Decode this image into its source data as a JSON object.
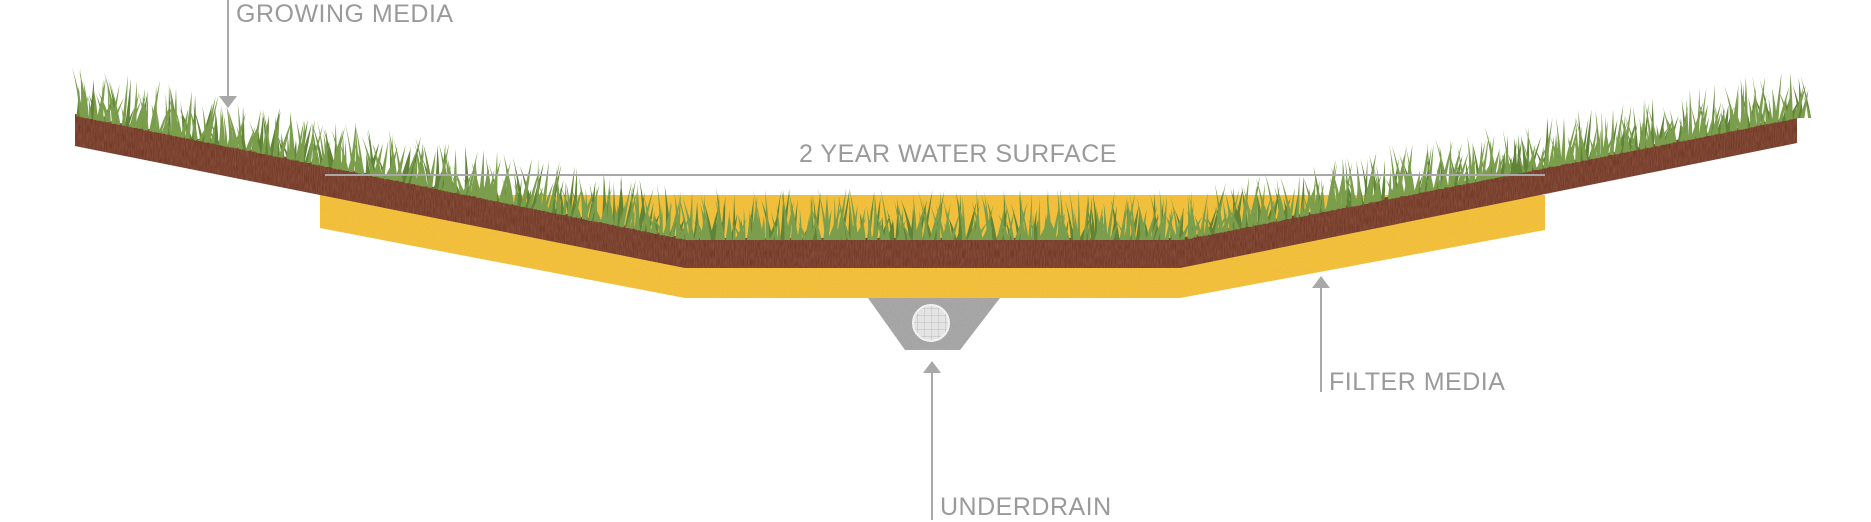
{
  "labels": {
    "growing_media": "GROWING MEDIA",
    "water_surface": "2 YEAR WATER SURFACE",
    "filter_media": "FILTER MEDIA",
    "underdrain": "UNDERDRAIN"
  },
  "colors": {
    "soil": "#6e3322",
    "soil_dark": "#4a2015",
    "filter": "#f0b82a",
    "filter_dark": "#d99d16",
    "gravel": "#a8a8a8",
    "pipe": "#dcdcdc",
    "grass": "#7b9e4c",
    "grass_dark": "#5f8437",
    "label": "#9a9a9a",
    "leader": "#a8a8a8"
  }
}
